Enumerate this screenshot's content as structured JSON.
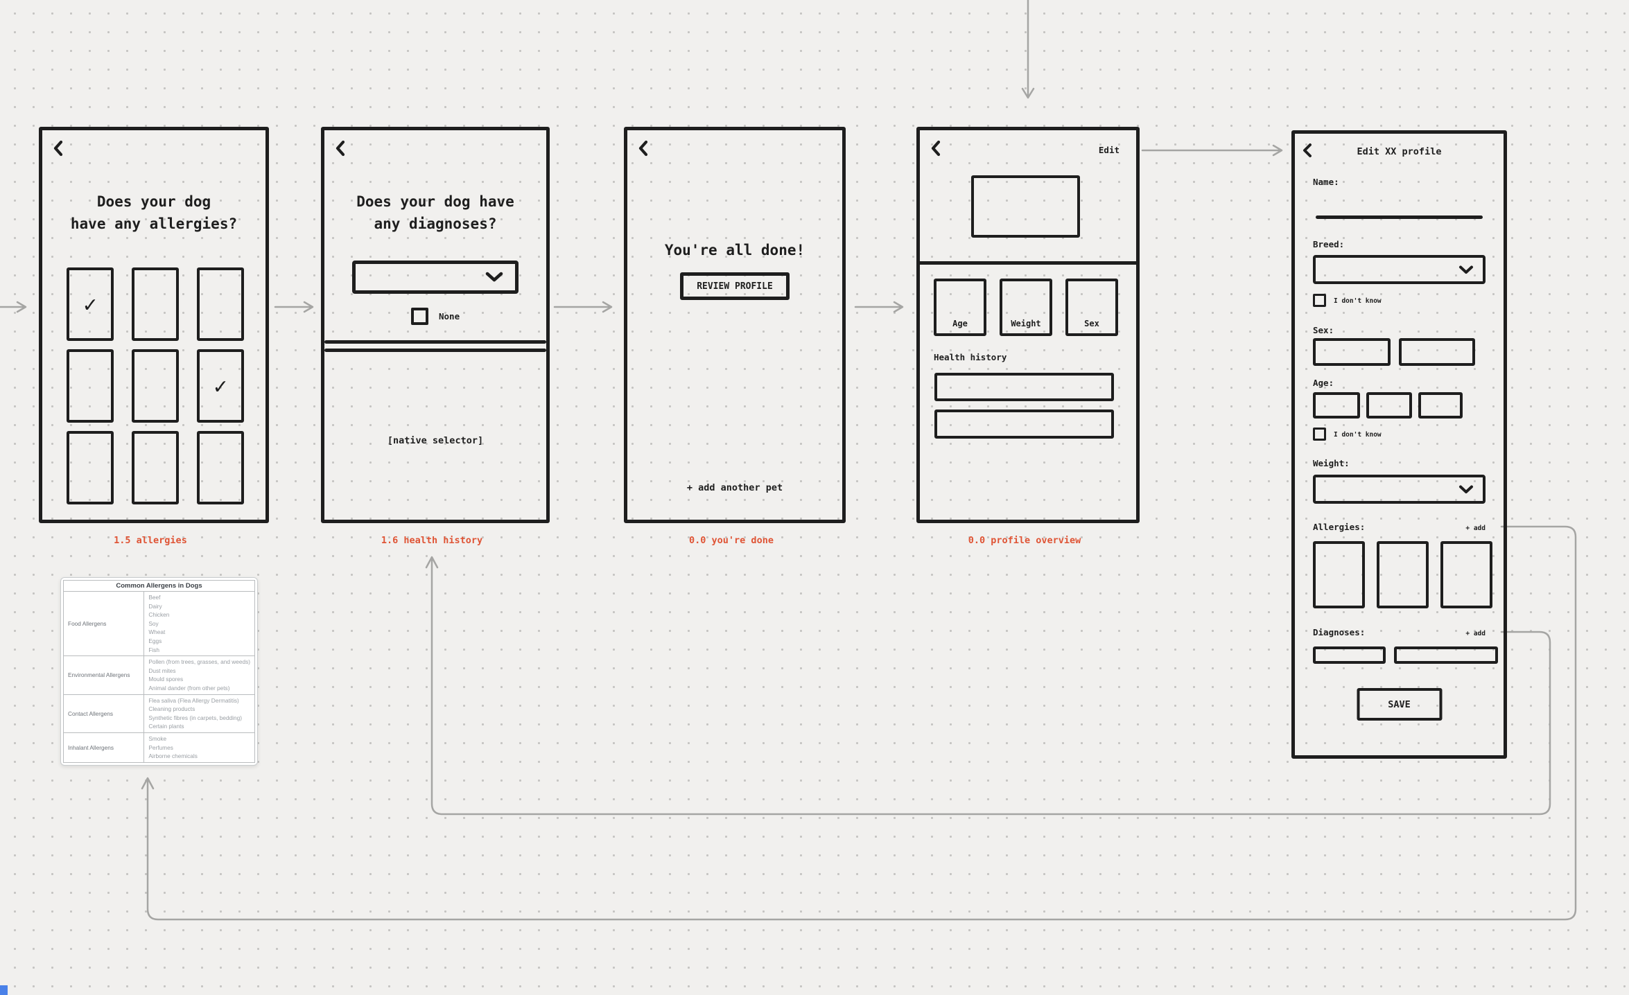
{
  "colors": {
    "ink": "#1e1e1e",
    "flow_label_red": "#df5435",
    "connector_gray": "#a5a5a3",
    "canvas_bg": "#f1f0ee",
    "dot_gray": "#c5c4c2",
    "selection_handle_blue": "#4a81e8",
    "table_card_bg": "#ffffff"
  },
  "glyphs": {
    "check": "✓"
  },
  "screens": {
    "allergies": {
      "title_line1": "Does your dog",
      "title_line2": "have any allergies?",
      "flow_label": "1.5 allergies"
    },
    "diagnoses": {
      "title_line1": "Does your dog have",
      "title_line2": "any diagnoses?",
      "none_label": "None",
      "native_selector": "[native selector]",
      "flow_label": "1.6 health history"
    },
    "done": {
      "headline": "You're all done!",
      "review_button": "REVIEW PROFILE",
      "add_another": "+ add another pet",
      "flow_label": "0.0 you're done"
    },
    "overview": {
      "edit_link": "Edit",
      "stat_age": "Age",
      "stat_weight": "Weight",
      "stat_sex": "Sex",
      "section_health": "Health history",
      "flow_label": "0.0 profile overview"
    },
    "edit_profile": {
      "title": "Edit XX profile",
      "name_label": "Name:",
      "breed_label": "Breed:",
      "sex_label": "Sex:",
      "age_label": "Age:",
      "weight_label": "Weight:",
      "allergies_label": "Allergies:",
      "diagnoses_label": "Diagnoses:",
      "idk_label": "I don't know",
      "add_link": "+ add",
      "save_button": "SAVE"
    }
  },
  "allergens_table": {
    "title": "Common Allergens in Dogs",
    "rows": [
      {
        "category": "Food Allergens",
        "items": [
          "Beef",
          "Dairy",
          "Chicken",
          "Soy",
          "Wheat",
          "Eggs",
          "Fish"
        ]
      },
      {
        "category": "Environmental Allergens",
        "items": [
          "Pollen (from trees, grasses, and weeds)",
          "Dust mites",
          "Mould spores",
          "Animal dander (from other pets)"
        ]
      },
      {
        "category": "Contact Allergens",
        "items": [
          "Flea saliva (Flea Allergy Dermatitis)",
          "Cleaning products",
          "Synthetic fibres (in carpets, bedding)",
          "Certain plants"
        ]
      },
      {
        "category": "Inhalant Allergens",
        "items": [
          "Smoke",
          "Perfumes",
          "Airborne chemicals"
        ]
      }
    ]
  }
}
